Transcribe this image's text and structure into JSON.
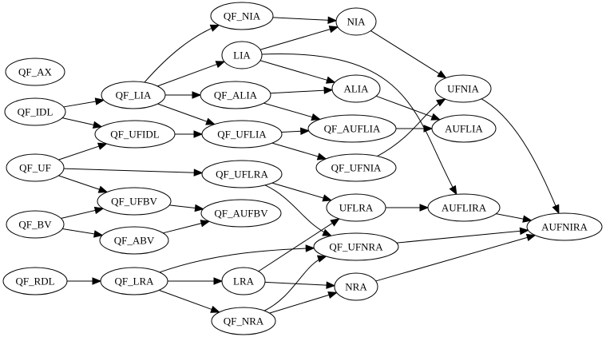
{
  "diagram": {
    "type": "directed-graph",
    "nodes": [
      {
        "id": "QF_AX",
        "label": "QF_AX"
      },
      {
        "id": "QF_IDL",
        "label": "QF_IDL"
      },
      {
        "id": "QF_UF",
        "label": "QF_UF"
      },
      {
        "id": "QF_BV",
        "label": "QF_BV"
      },
      {
        "id": "QF_RDL",
        "label": "QF_RDL"
      },
      {
        "id": "QF_LIA",
        "label": "QF_LIA"
      },
      {
        "id": "QF_UFIDL",
        "label": "QF_UFIDL"
      },
      {
        "id": "QF_UFBV",
        "label": "QF_UFBV"
      },
      {
        "id": "QF_ABV",
        "label": "QF_ABV"
      },
      {
        "id": "QF_LRA",
        "label": "QF_LRA"
      },
      {
        "id": "QF_NIA",
        "label": "QF_NIA"
      },
      {
        "id": "LIA",
        "label": "LIA"
      },
      {
        "id": "QF_ALIA",
        "label": "QF_ALIA"
      },
      {
        "id": "QF_UFLIA",
        "label": "QF_UFLIA"
      },
      {
        "id": "QF_UFLRA",
        "label": "QF_UFLRA"
      },
      {
        "id": "QF_AUFBV",
        "label": "QF_AUFBV"
      },
      {
        "id": "LRA",
        "label": "LRA"
      },
      {
        "id": "QF_NRA",
        "label": "QF_NRA"
      },
      {
        "id": "NIA",
        "label": "NIA"
      },
      {
        "id": "ALIA",
        "label": "ALIA"
      },
      {
        "id": "QF_AUFLIA",
        "label": "QF_AUFLIA"
      },
      {
        "id": "QF_UFNIA",
        "label": "QF_UFNIA"
      },
      {
        "id": "UFLRA",
        "label": "UFLRA"
      },
      {
        "id": "QF_UFNRA",
        "label": "QF_UFNRA"
      },
      {
        "id": "NRA",
        "label": "NRA"
      },
      {
        "id": "UFNIA",
        "label": "UFNIA"
      },
      {
        "id": "AUFLIA",
        "label": "AUFLIA"
      },
      {
        "id": "AUFLIRA",
        "label": "AUFLIRA"
      },
      {
        "id": "AUFNIRA",
        "label": "AUFNIRA"
      }
    ],
    "edges": [
      {
        "from": "QF_IDL",
        "to": "QF_LIA"
      },
      {
        "from": "QF_IDL",
        "to": "QF_UFIDL"
      },
      {
        "from": "QF_UF",
        "to": "QF_UFIDL"
      },
      {
        "from": "QF_UF",
        "to": "QF_UFLRA"
      },
      {
        "from": "QF_UF",
        "to": "QF_UFBV"
      },
      {
        "from": "QF_BV",
        "to": "QF_UFBV"
      },
      {
        "from": "QF_BV",
        "to": "QF_ABV"
      },
      {
        "from": "QF_RDL",
        "to": "QF_LRA"
      },
      {
        "from": "QF_LIA",
        "to": "QF_NIA"
      },
      {
        "from": "QF_LIA",
        "to": "LIA"
      },
      {
        "from": "QF_LIA",
        "to": "QF_ALIA"
      },
      {
        "from": "QF_LIA",
        "to": "QF_UFLIA"
      },
      {
        "from": "QF_UFIDL",
        "to": "QF_UFLIA"
      },
      {
        "from": "QF_UFBV",
        "to": "QF_AUFBV"
      },
      {
        "from": "QF_ABV",
        "to": "QF_AUFBV"
      },
      {
        "from": "QF_LRA",
        "to": "QF_UFNRA"
      },
      {
        "from": "QF_LRA",
        "to": "LRA"
      },
      {
        "from": "QF_LRA",
        "to": "QF_NRA"
      },
      {
        "from": "QF_NIA",
        "to": "NIA"
      },
      {
        "from": "LIA",
        "to": "NIA"
      },
      {
        "from": "LIA",
        "to": "ALIA"
      },
      {
        "from": "LIA",
        "to": "AUFLIRA"
      },
      {
        "from": "QF_ALIA",
        "to": "ALIA"
      },
      {
        "from": "QF_ALIA",
        "to": "QF_AUFLIA"
      },
      {
        "from": "QF_UFLIA",
        "to": "QF_AUFLIA"
      },
      {
        "from": "QF_UFLIA",
        "to": "QF_UFNIA"
      },
      {
        "from": "QF_UFLRA",
        "to": "UFLRA"
      },
      {
        "from": "QF_UFLRA",
        "to": "QF_UFNRA"
      },
      {
        "from": "LRA",
        "to": "UFLRA"
      },
      {
        "from": "LRA",
        "to": "NRA"
      },
      {
        "from": "QF_NRA",
        "to": "QF_UFNRA"
      },
      {
        "from": "QF_NRA",
        "to": "NRA"
      },
      {
        "from": "NIA",
        "to": "UFNIA"
      },
      {
        "from": "ALIA",
        "to": "AUFLIA"
      },
      {
        "from": "QF_AUFLIA",
        "to": "AUFLIA"
      },
      {
        "from": "QF_UFNIA",
        "to": "UFNIA"
      },
      {
        "from": "UFLRA",
        "to": "AUFLIRA"
      },
      {
        "from": "UFNIA",
        "to": "AUFNIRA"
      },
      {
        "from": "AUFLIRA",
        "to": "AUFNIRA"
      },
      {
        "from": "QF_UFNRA",
        "to": "AUFNIRA"
      },
      {
        "from": "NRA",
        "to": "AUFNIRA"
      }
    ]
  }
}
